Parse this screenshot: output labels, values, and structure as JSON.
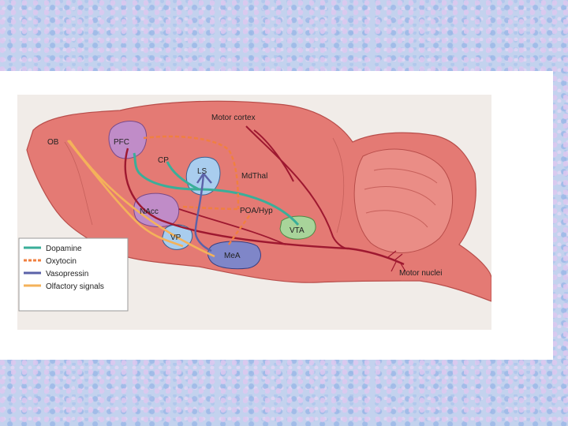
{
  "regions": {
    "ob": "OB",
    "pfc": "PFC",
    "cp": "CP",
    "ls": "LS",
    "mdthal": "MdThal",
    "nacc": "NAcc",
    "poahyp": "POA/Hyp",
    "vta": "VTA",
    "vp": "VP",
    "mea": "MeA",
    "motor_cortex": "Motor cortex",
    "motor_nuclei": "Motor nuclei"
  },
  "legend": {
    "items": [
      {
        "label": "Dopamine",
        "color": "#3aae99",
        "style": "solid"
      },
      {
        "label": "Oxytocin",
        "color": "#f08040",
        "style": "dashed"
      },
      {
        "label": "Vasopressin",
        "color": "#5b62a8",
        "style": "solid"
      },
      {
        "label": "Olfactory signals",
        "color": "#f4b25a",
        "style": "solid"
      }
    ]
  },
  "colors": {
    "brain": "#e47a74",
    "brain_edge": "#b84d4a",
    "motor_pathway": "#9e1830",
    "slide_background": "#c3d2ee"
  }
}
